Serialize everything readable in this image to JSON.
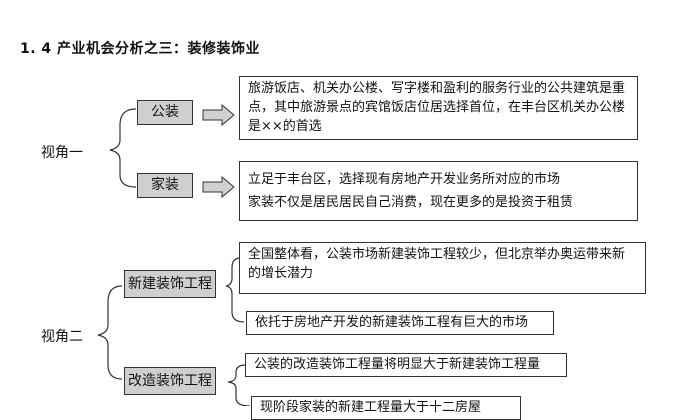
{
  "title": "1. 4  产业机会分析之三：装修装饰业",
  "sections": [
    {
      "label": "视角一",
      "items": [
        {
          "tag": "公装",
          "text": "旅游饭店、机关办公楼、写字楼和盈利的服务行业的公共建筑是重点，其中旅游景点的宾馆饭店位居选择首位，在丰台区机关办公楼是××的首选"
        },
        {
          "tag": "家装",
          "lines": [
            "立足于丰台区，选择现有房地产开发业务所对应的市场",
            "家装不仅是居民居民自己消费，现在更多的是投资于租赁"
          ]
        }
      ]
    },
    {
      "label": "视角二",
      "items": [
        {
          "tag": "新建装饰工程",
          "texts": [
            "全国整体看，公装市场新建装饰工程较少，但北京举办奥运带来新的增长潜力",
            "依托于房地产开发的新建装饰工程有巨大的市场"
          ]
        },
        {
          "tag": "改造装饰工程",
          "texts": [
            "公装的改造装饰工程量将明显大于新建装饰工程量",
            "现阶段家装的新建工程量大于十二房屋"
          ]
        }
      ]
    }
  ]
}
